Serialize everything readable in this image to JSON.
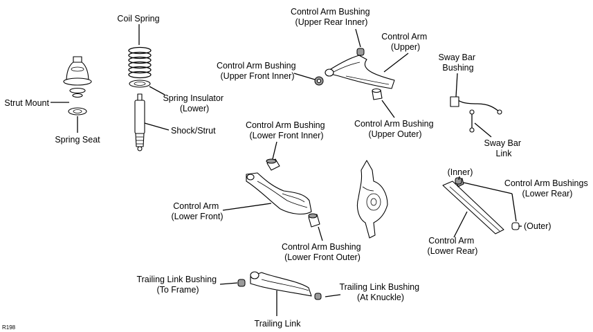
{
  "ref_code": "R198",
  "labels": {
    "coil_spring": [
      "Coil Spring"
    ],
    "strut_mount": [
      "Strut Mount"
    ],
    "spring_seat": [
      "Spring Seat"
    ],
    "spring_insulator": [
      "Spring Insulator",
      "(Lower)"
    ],
    "shock_strut": [
      "Shock/Strut"
    ],
    "cab_upper_rear_inner": [
      "Control Arm Bushing",
      "(Upper Rear Inner)"
    ],
    "control_arm_upper": [
      "Control Arm",
      "(Upper)"
    ],
    "cab_upper_front_inner": [
      "Control Arm Bushing",
      "(Upper Front Inner)"
    ],
    "cab_upper_outer": [
      "Control Arm Bushing",
      "(Upper Outer)"
    ],
    "sway_bar_bushing": [
      "Sway Bar",
      "Bushing"
    ],
    "sway_bar_link": [
      "Sway Bar",
      "Link"
    ],
    "cab_lower_front_inner": [
      "Control Arm Bushing",
      "(Lower Front Inner)"
    ],
    "control_arm_lower_front": [
      "Control Arm",
      "(Lower Front)"
    ],
    "cab_lower_front_outer": [
      "Control Arm Bushing",
      "(Lower Front Outer)"
    ],
    "inner": [
      "(Inner)"
    ],
    "cab_lower_rear": [
      "Control Arm Bushings",
      "(Lower Rear)"
    ],
    "outer": [
      "(Outer)"
    ],
    "control_arm_lower_rear": [
      "Control Arm",
      "(Lower Rear)"
    ],
    "trailing_link_bushing_frame": [
      "Trailing Link Bushing",
      "(To Frame)"
    ],
    "trailing_link_bushing_knuckle": [
      "Trailing Link Bushing",
      "(At Knuckle)"
    ],
    "trailing_link": [
      "Trailing Link"
    ]
  }
}
